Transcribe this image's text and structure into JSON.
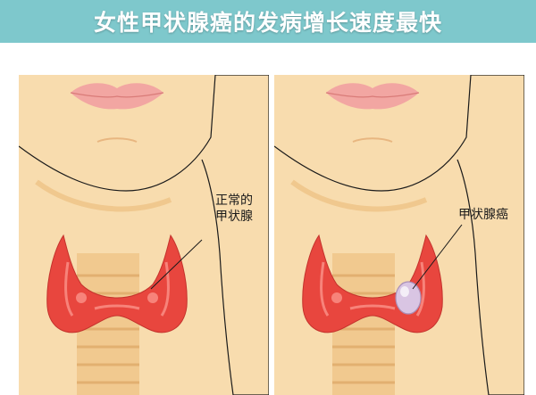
{
  "banner": {
    "title": "女性甲状腺癌的发病增长速度最快"
  },
  "panels": {
    "left": {
      "label_line1": "正常的",
      "label_line2": "甲状腺"
    },
    "right": {
      "label": "甲状腺癌"
    }
  },
  "colors": {
    "banner": "#7ec8cc",
    "skin": "#f8dcae",
    "skin_shadow": "#f0c88e",
    "lips": "#f2a6a2",
    "thyroid": "#e8463e",
    "thyroid_highlight": "#f7837a",
    "trachea": "#f1c98f",
    "tumor": "#d9c5e3"
  }
}
